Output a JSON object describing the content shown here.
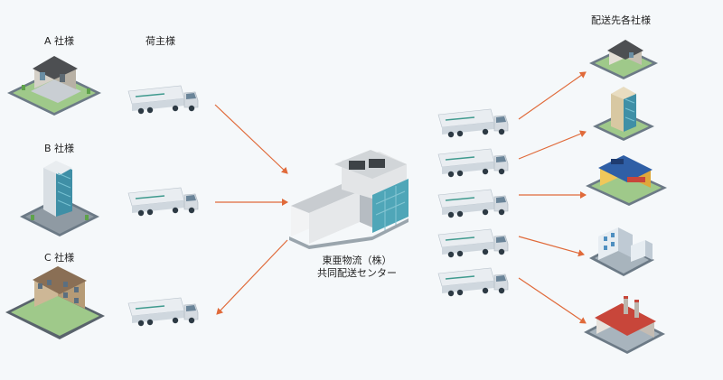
{
  "labels": {
    "company_a": "A 社様",
    "shipper": "荷主様",
    "company_b": "B 社様",
    "company_c": "C 社様",
    "destinations": "配送先各社様",
    "center_line1": "東亜物流（株）",
    "center_line2": "共同配送センター"
  },
  "colors": {
    "arrow": "#e06a3a",
    "background": "#f5f8fa",
    "truck_body": "#e9edf1",
    "truck_cab": "#d5dbe1",
    "truck_stripe": "#3f9a8e",
    "glass": "#4fa6b8"
  },
  "icons": {
    "company_a": "house-icon",
    "company_b": "office-tower-icon",
    "company_c": "brick-building-icon",
    "center": "warehouse-icon",
    "truck": "truck-icon",
    "dest_1": "house-icon",
    "dest_2": "office-building-icon",
    "dest_3": "shop-icon",
    "dest_4": "hospital-icon",
    "dest_5": "factory-icon"
  }
}
